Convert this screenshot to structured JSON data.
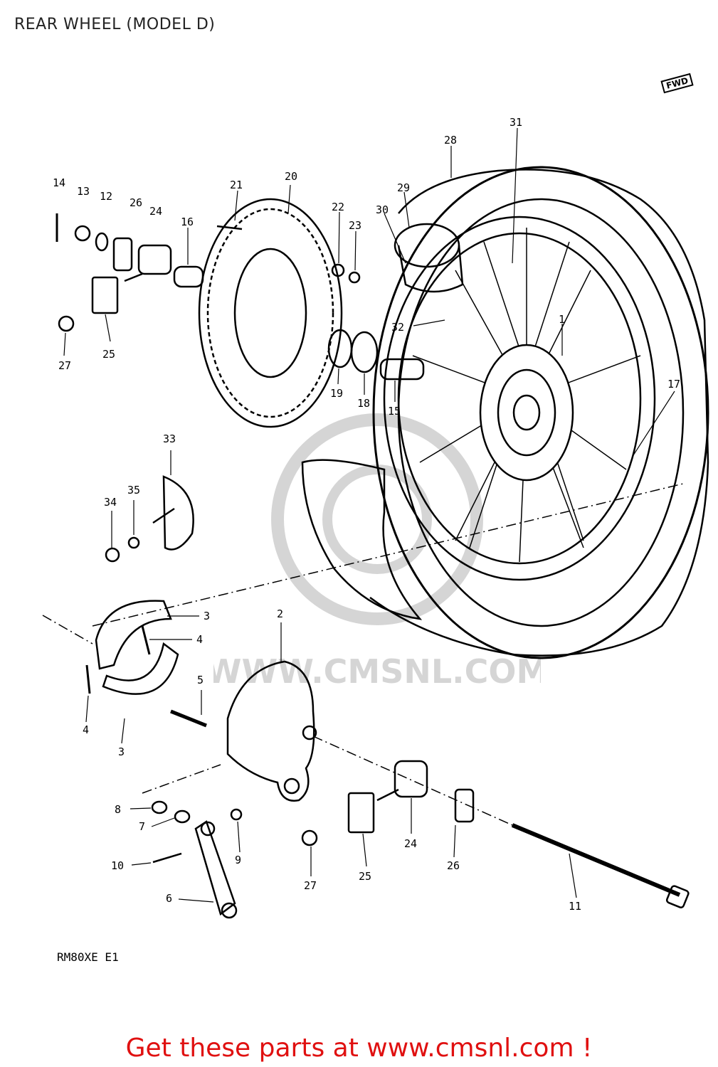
{
  "title": "REAR WHEEL (MODEL D)",
  "model_code": "RM80XE E1",
  "fwd_label": "FWD",
  "watermark_text": "WWW.CMSNL.COM",
  "footer_link": "Get these parts at www.cmsnl.com !",
  "callouts": [
    {
      "id": "c14",
      "label": "14"
    },
    {
      "id": "c13",
      "label": "13"
    },
    {
      "id": "c12",
      "label": "12"
    },
    {
      "id": "c26a",
      "label": "26"
    },
    {
      "id": "c24a",
      "label": "24"
    },
    {
      "id": "c16",
      "label": "16"
    },
    {
      "id": "c21",
      "label": "21"
    },
    {
      "id": "c20",
      "label": "20"
    },
    {
      "id": "c22",
      "label": "22"
    },
    {
      "id": "c23",
      "label": "23"
    },
    {
      "id": "c30",
      "label": "30"
    },
    {
      "id": "c29",
      "label": "29"
    },
    {
      "id": "c28",
      "label": "28"
    },
    {
      "id": "c31",
      "label": "31"
    },
    {
      "id": "c32",
      "label": "32"
    },
    {
      "id": "c1",
      "label": "1"
    },
    {
      "id": "c17",
      "label": "17"
    },
    {
      "id": "c19",
      "label": "19"
    },
    {
      "id": "c18",
      "label": "18"
    },
    {
      "id": "c15",
      "label": "15"
    },
    {
      "id": "c27a",
      "label": "27"
    },
    {
      "id": "c25a",
      "label": "25"
    },
    {
      "id": "c33",
      "label": "33"
    },
    {
      "id": "c35",
      "label": "35"
    },
    {
      "id": "c34",
      "label": "34"
    },
    {
      "id": "c3a",
      "label": "3"
    },
    {
      "id": "c4a",
      "label": "4"
    },
    {
      "id": "c4b",
      "label": "4"
    },
    {
      "id": "c3b",
      "label": "3"
    },
    {
      "id": "c5",
      "label": "5"
    },
    {
      "id": "c2",
      "label": "2"
    },
    {
      "id": "c8",
      "label": "8"
    },
    {
      "id": "c7",
      "label": "7"
    },
    {
      "id": "c9",
      "label": "9"
    },
    {
      "id": "c10",
      "label": "10"
    },
    {
      "id": "c6",
      "label": "6"
    },
    {
      "id": "c27b",
      "label": "27"
    },
    {
      "id": "c25b",
      "label": "25"
    },
    {
      "id": "c24b",
      "label": "24"
    },
    {
      "id": "c26b",
      "label": "26"
    },
    {
      "id": "c11",
      "label": "11"
    }
  ]
}
